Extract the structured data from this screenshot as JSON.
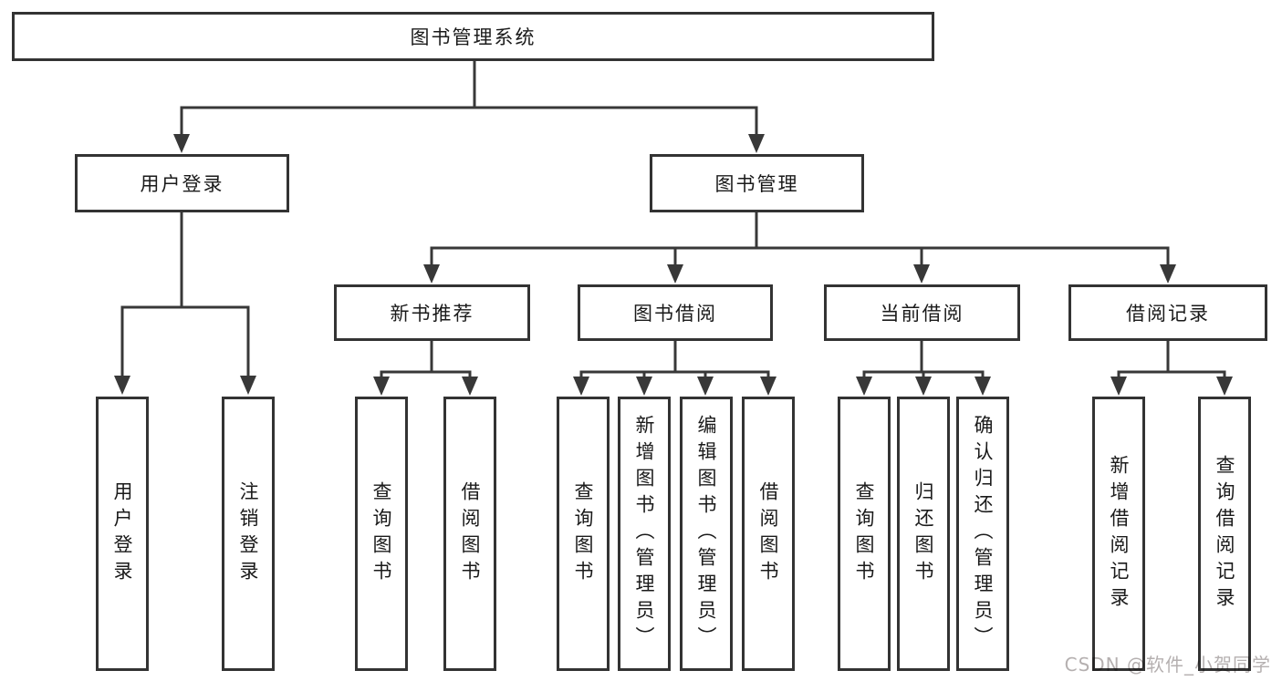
{
  "diagram": {
    "root": {
      "label": "图书管理系统"
    },
    "level2": [
      {
        "label": "用户登录"
      },
      {
        "label": "图书管理"
      }
    ],
    "level3": [
      {
        "label": "新书推荐",
        "parent": "图书管理"
      },
      {
        "label": "图书借阅",
        "parent": "图书管理"
      },
      {
        "label": "当前借阅",
        "parent": "图书管理"
      },
      {
        "label": "借阅记录",
        "parent": "图书管理"
      }
    ],
    "leaves": [
      {
        "label": "用户登录",
        "parent": "用户登录"
      },
      {
        "label": "注销登录",
        "parent": "用户登录"
      },
      {
        "label": "查询图书",
        "parent": "新书推荐"
      },
      {
        "label": "借阅图书",
        "parent": "新书推荐"
      },
      {
        "label": "查询图书",
        "parent": "图书借阅"
      },
      {
        "label": "新增图书（管理员）",
        "parent": "图书借阅"
      },
      {
        "label": "编辑图书（管理员）",
        "parent": "图书借阅"
      },
      {
        "label": "借阅图书",
        "parent": "图书借阅"
      },
      {
        "label": "查询图书",
        "parent": "当前借阅"
      },
      {
        "label": "归还图书",
        "parent": "当前借阅"
      },
      {
        "label": "确认归还（管理员）",
        "parent": "当前借阅"
      },
      {
        "label": "新增借阅记录",
        "parent": "借阅记录"
      },
      {
        "label": "查询借阅记录",
        "parent": "借阅记录"
      }
    ]
  },
  "watermark": {
    "text": "CSDN @软件_小贺同学",
    "color": "#b5b0b0"
  },
  "colors": {
    "background": "#ffffff",
    "line": "#383838",
    "box_border": "#333333",
    "text": "#1a1a1a"
  }
}
